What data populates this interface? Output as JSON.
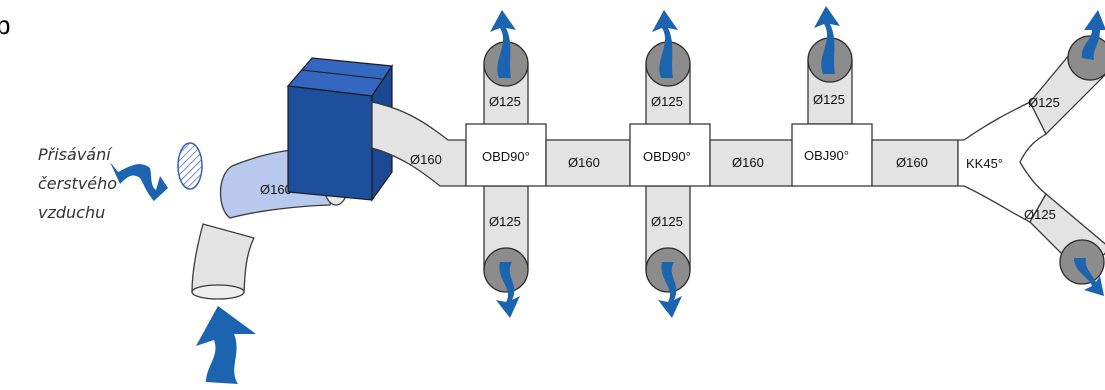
{
  "intake_label": [
    "Přisávání",
    "čerstvého",
    "vzduchu"
  ],
  "corner_mark": "b",
  "colors": {
    "accent_blue": "#1c63b0",
    "unit_blue": "#1d4f9c",
    "duct_fill": "#e3e3e3",
    "outlet_gray": "#8c8c8c",
    "filter_fill": "#b9c9ee"
  },
  "labels": {
    "intake_pipe": "Ø160",
    "main_duct_1": "Ø160",
    "fitting_1": "OBD90°",
    "main_duct_2": "Ø160",
    "fitting_2": "OBD90°",
    "main_duct_3": "Ø160",
    "fitting_3": "OBJ90°",
    "main_duct_4": "Ø160",
    "fitting_4": "KK45°",
    "branch_1_up": "Ø125",
    "branch_1_down": "Ø125",
    "branch_2_up": "Ø125",
    "branch_2_down": "Ø125",
    "branch_3_up": "Ø125",
    "branch_4_up": "Ø125",
    "branch_4_down": "Ø125"
  }
}
